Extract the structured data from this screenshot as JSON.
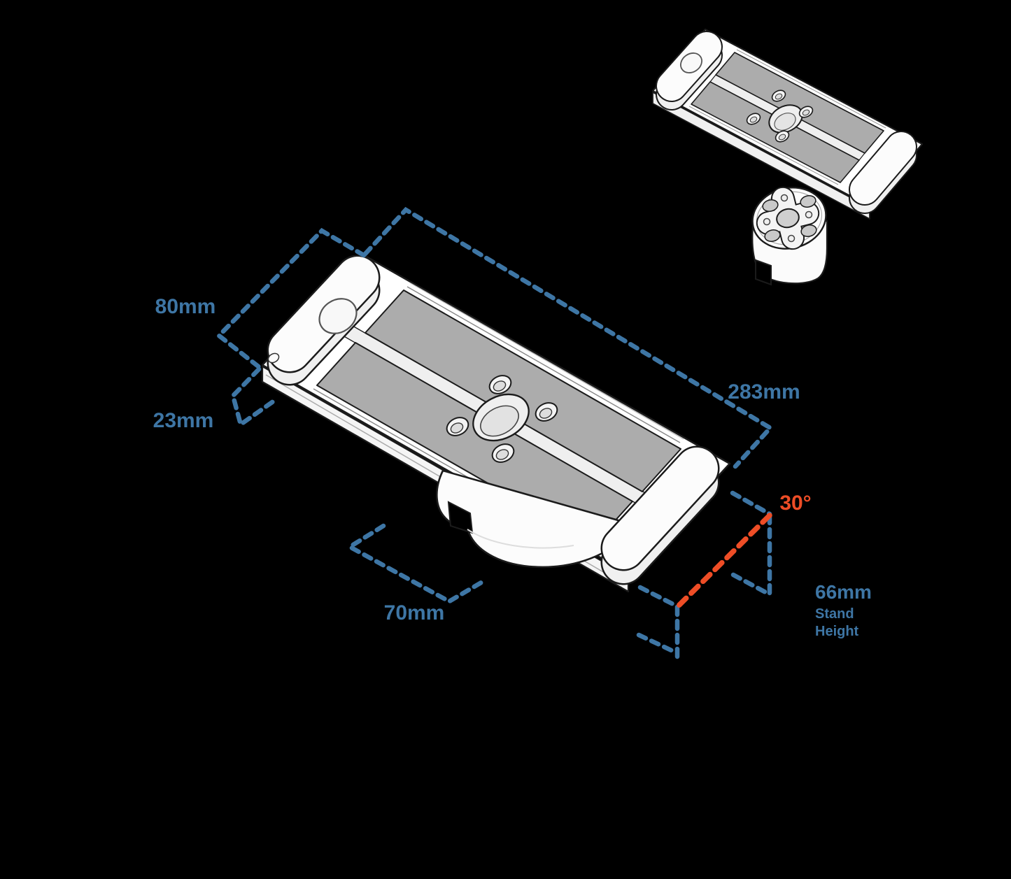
{
  "diagram": {
    "colors": {
      "dimension_blue": "#3E76A5",
      "angle_orange": "#EE4D26",
      "outline_dark": "#1B1B1B",
      "pad_gray": "#ACACAC",
      "body_white": "#FFFFFF",
      "background": "#000000"
    },
    "labels": {
      "width": "80mm",
      "thickness": "23mm",
      "length": "283mm",
      "base_depth": "70mm",
      "tilt_angle": "30°",
      "stand_height": "66mm",
      "stand_height_caption_line1": "Stand",
      "stand_height_caption_line2": "Height"
    }
  }
}
